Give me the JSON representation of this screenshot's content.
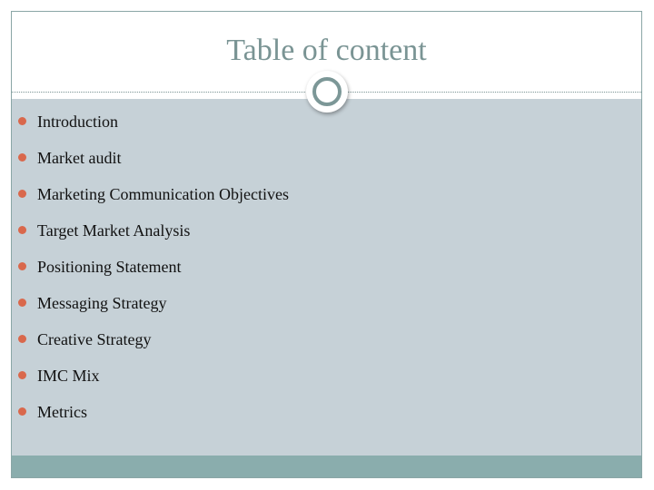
{
  "title": "Table of content",
  "items": [
    "Introduction",
    "Market audit",
    "Marketing Communication Objectives",
    "Target Market Analysis",
    "Positioning Statement",
    "Messaging Strategy",
    "Creative Strategy",
    "IMC Mix",
    "Metrics"
  ],
  "colors": {
    "title": "#7a9494",
    "bullet": "#d9684c",
    "body": "#c6d1d7",
    "footer": "#8aadad"
  }
}
